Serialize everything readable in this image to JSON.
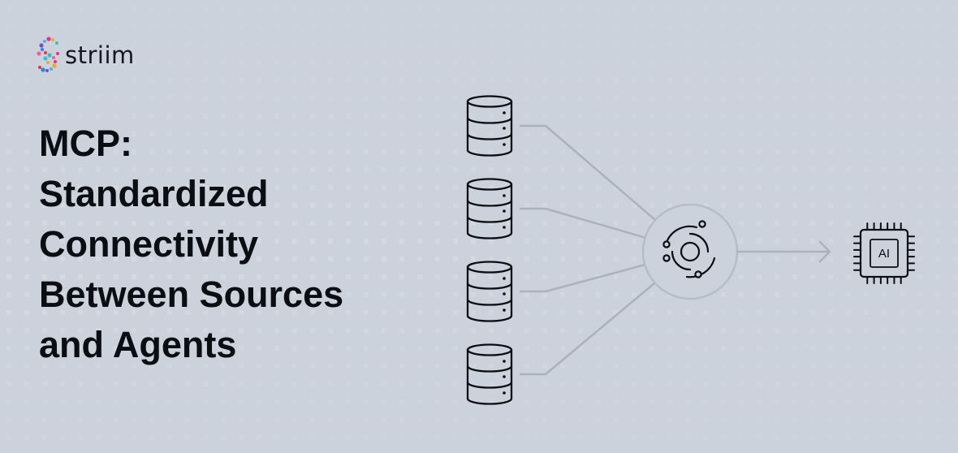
{
  "brand": {
    "name": "striim",
    "logo_icon": "striim-dotted-s-logo",
    "dot_colors": [
      "#e8318b",
      "#f5a623",
      "#3fb8e8",
      "#7c4dbf",
      "#1e88e5",
      "#e53935",
      "#2ec4b6",
      "#f06292"
    ]
  },
  "headline": {
    "lines": [
      "MCP:",
      "Standardized",
      "Connectivity",
      "Between Sources",
      "and Agents"
    ]
  },
  "diagram": {
    "sources": [
      {
        "icon": "database-icon"
      },
      {
        "icon": "database-icon"
      },
      {
        "icon": "database-icon"
      },
      {
        "icon": "database-icon"
      }
    ],
    "hub_icon": "mcp-hub-icon",
    "target_icon": "ai-chip-icon",
    "target_label": "AI"
  },
  "colors": {
    "background": "#ccd2dc",
    "ink": "#0a0d12",
    "connector": "#aab2be",
    "hub_ring": "#b6bdc8"
  }
}
